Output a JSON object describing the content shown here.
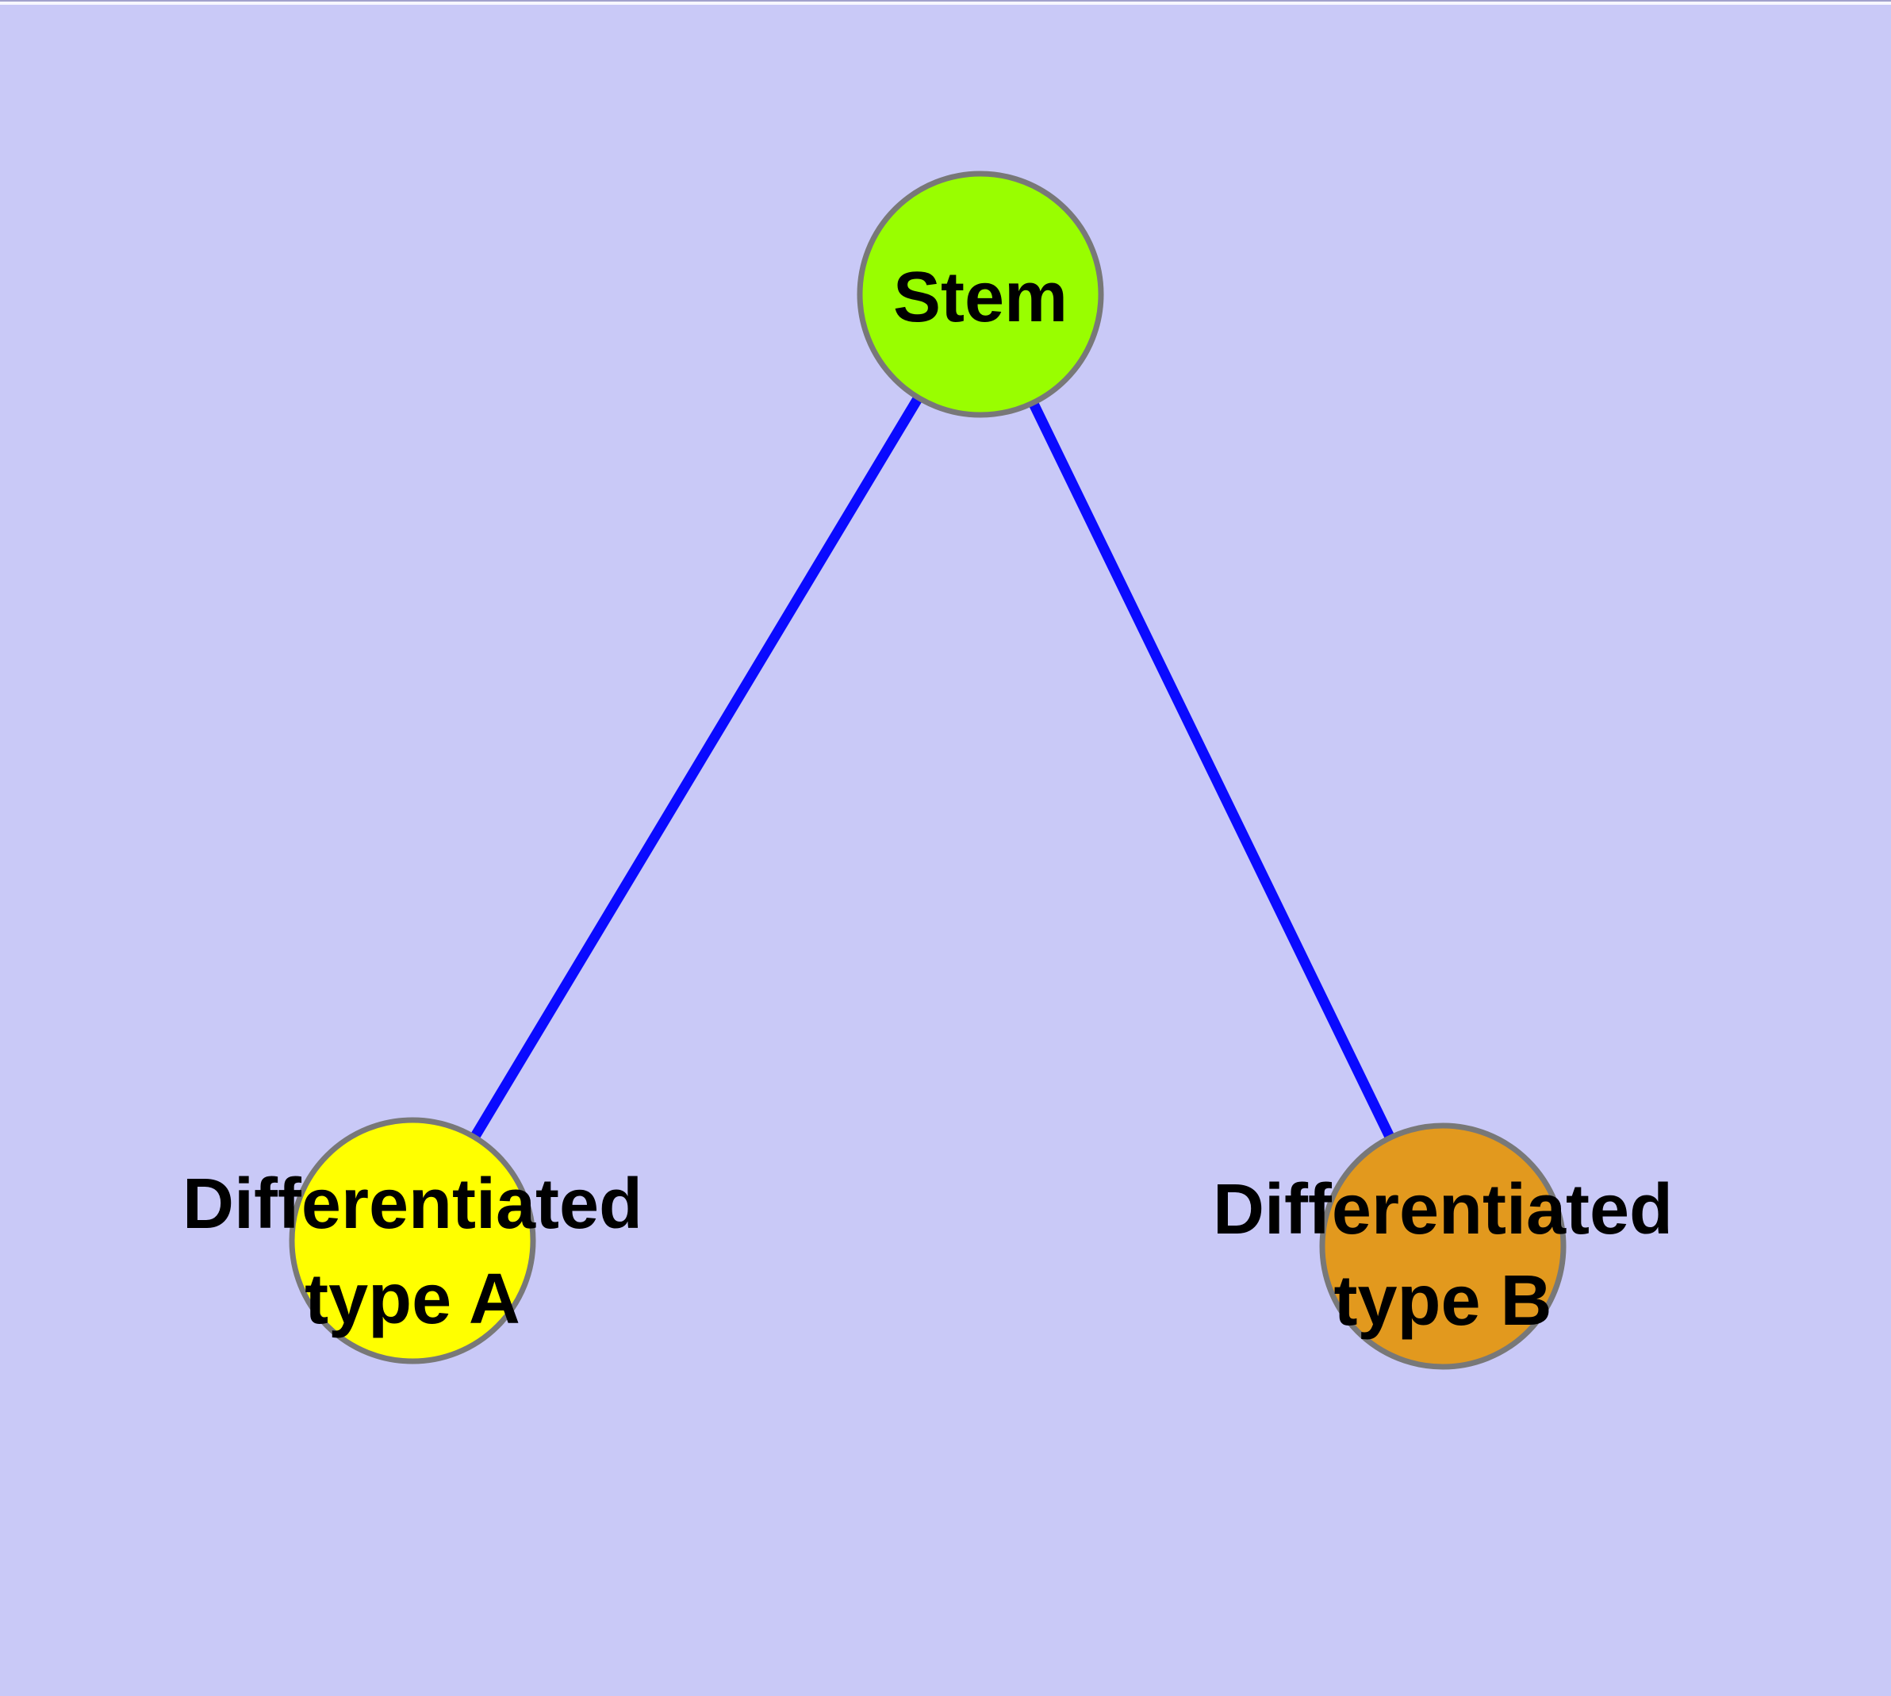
{
  "window": {
    "top_edge_line_color": "#a2a2cc",
    "top_edge_highlight_color": "#f7f7ff"
  },
  "canvas": {
    "background_color": "#c9c9f7"
  },
  "graph": {
    "type": "node-link-diagram",
    "description": "Stem cell differentiation hierarchy: one root node linked to two differentiated cell-type nodes",
    "edge_color": "#0a0aff",
    "node_border_color": "#787878",
    "label_color": "#000000",
    "nodes": [
      {
        "id": "stem",
        "label": "Stem",
        "fill": "#99fe00"
      },
      {
        "id": "differentiated-type-a",
        "label": "Differentiated type A",
        "label_line1": "Differentiated",
        "label_line2": "type A",
        "fill": "#ffff00"
      },
      {
        "id": "differentiated-type-b",
        "label": "Differentiated type B",
        "label_line1": "Differentiated",
        "label_line2": "type B",
        "fill": "#e2991e"
      }
    ],
    "edges": [
      {
        "from": "Stem",
        "to": "Differentiated type A"
      },
      {
        "from": "Stem",
        "to": "Differentiated type B"
      }
    ]
  }
}
